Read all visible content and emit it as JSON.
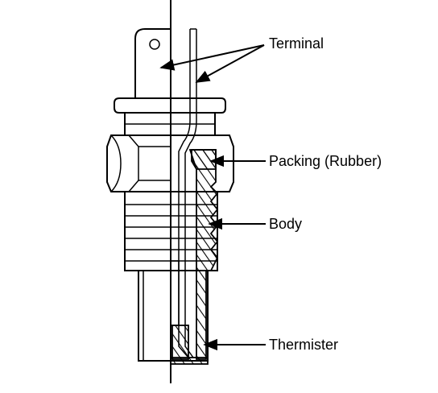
{
  "labels": {
    "terminal": "Terminal",
    "packing": "Packing (Rubber)",
    "body": "Body",
    "thermister": "Thermister"
  },
  "colors": {
    "line": "#000000",
    "background": "#ffffff"
  }
}
